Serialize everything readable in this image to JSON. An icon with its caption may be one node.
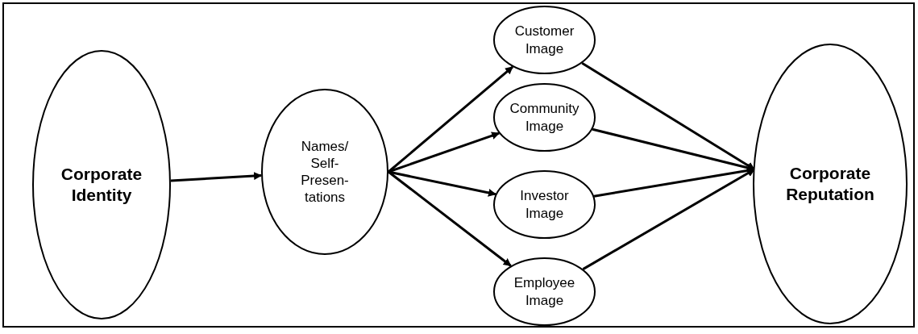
{
  "diagram": {
    "nodes": [
      {
        "text": [
          "Corporate Identity"
        ]
      },
      {
        "text": [
          "Names/ Self- Presen- tations"
        ]
      },
      {
        "text": [
          "Customer Image"
        ]
      },
      {
        "text": [
          "Community Image"
        ]
      },
      {
        "text": [
          "Investor Image"
        ]
      },
      {
        "text": [
          "Employee Image"
        ]
      },
      {
        "text": [
          "Corporate Reputation"
        ]
      }
    ],
    "edges": [
      {
        "from": 0,
        "to": 1,
        "arrow": "to"
      },
      {
        "from": 1,
        "to": 2,
        "arrow": "to"
      },
      {
        "from": 1,
        "to": 3,
        "arrow": "to"
      },
      {
        "from": 1,
        "to": 4,
        "arrow": "to"
      },
      {
        "from": 1,
        "to": 5,
        "arrow": "to"
      },
      {
        "from": 2,
        "to": 6,
        "arrow": "to"
      },
      {
        "from": 3,
        "to": 6,
        "arrow": "to"
      },
      {
        "from": 4,
        "to": 6,
        "arrow": "to"
      },
      {
        "from": 5,
        "to": 6,
        "arrow": "to"
      }
    ]
  }
}
